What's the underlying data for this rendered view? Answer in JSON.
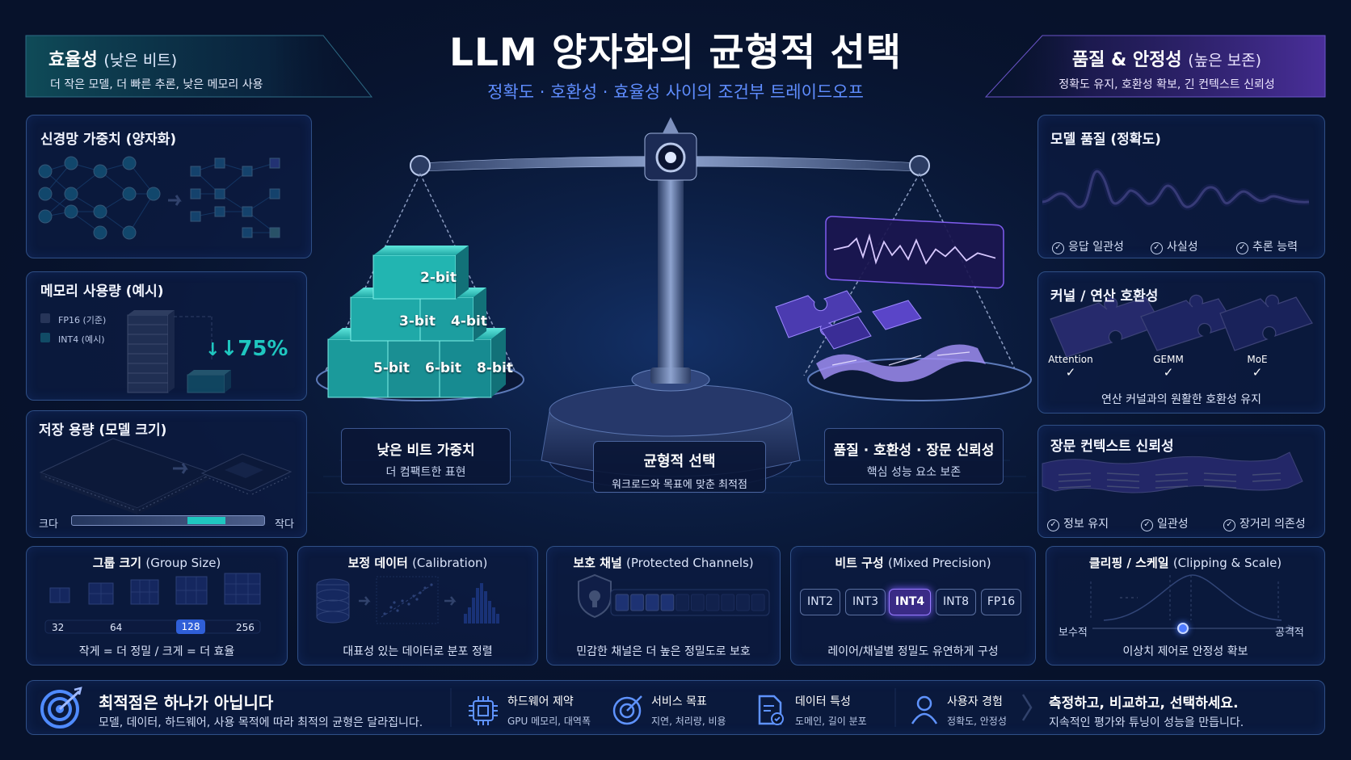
{
  "title": "LLM 양자화의 균형적 선택",
  "subtitle": "정확도 · 호환성 · 효율성 사이의 조건부 트레이드오프",
  "left_header": {
    "title": "효율성",
    "title_suffix": "(낮은 비트)",
    "desc": "더 작은 모델, 더 빠른 추론, 낮은 메모리 사용"
  },
  "right_header": {
    "title": "품질 & 안정성",
    "title_suffix": "(높은 보존)",
    "desc": "정확도 유지, 호환성 확보, 긴 컨텍스트 신뢰성"
  },
  "weights_panel": {
    "title": "신경망 가중치 (양자화)"
  },
  "memory_panel": {
    "title": "메모리 사용량 (예시)",
    "legend": [
      "FP16 (기준)",
      "INT4 (예시)"
    ],
    "reduction": "↓75%",
    "reduction_fraction": 0.75
  },
  "storage_panel": {
    "title": "저장 용량 (모델 크기)",
    "left_label": "크다",
    "right_label": "작다",
    "slider_start": 0.6,
    "slider_end": 0.8
  },
  "quality_panel": {
    "title": "모델 품질 (정확도)",
    "checks": [
      "응답 일관성",
      "사실성",
      "추론 능력"
    ]
  },
  "kernel_panel": {
    "title": "커널 / 연산 호환성",
    "pieces": [
      "Attention",
      "GEMM",
      "MoE"
    ],
    "desc": "연산 커널과의 원활한 호환성 유지"
  },
  "context_panel": {
    "title": "장문 컨텍스트 신뢰성",
    "checks": [
      "정보 유지",
      "일관성",
      "장거리 의존성"
    ]
  },
  "scale": {
    "left_blocks": [
      "2-bit",
      "3-bit",
      "4-bit",
      "5-bit",
      "6-bit",
      "8-bit"
    ],
    "left_caption": {
      "title": "낮은 비트 가중치",
      "desc": "더 컴팩트한 표현"
    },
    "center_caption": {
      "title": "균형적 선택",
      "desc": "워크로드와 목표에 맞춘 최적점"
    },
    "right_caption": {
      "title": "품질 · 호환성 · 장문 신뢰성",
      "desc": "핵심 성능 요소 보존"
    }
  },
  "bottom_panels": {
    "group": {
      "title": "그룹 크기",
      "title_suffix": "(Group Size)",
      "sizes": [
        "32",
        "64",
        "128",
        "256"
      ],
      "selected": "128",
      "desc": "작게 = 더 정밀 / 크게 = 더 효율"
    },
    "calibration": {
      "title": "보정 데이터",
      "title_suffix": "(Calibration)",
      "desc": "대표성 있는 데이터로 분포 정렬"
    },
    "protected": {
      "title": "보호 채널",
      "title_suffix": "(Protected Channels)",
      "desc": "민감한 채널은 더 높은 정밀도로 보호",
      "highlighted_of_total": [
        4,
        10
      ]
    },
    "mixed": {
      "title": "비트 구성",
      "title_suffix": "(Mixed Precision)",
      "chips": [
        "INT2",
        "INT3",
        "INT4",
        "INT8",
        "FP16"
      ],
      "selected": "INT4",
      "desc": "레이어/채널별 정밀도 유연하게 구성"
    },
    "clipping": {
      "title": "클리핑 / 스케일",
      "title_suffix": "(Clipping & Scale)",
      "left_label": "보수적",
      "right_label": "공격적",
      "slider_value": 0.45,
      "desc": "이상치 제어로 안정성 확보"
    }
  },
  "footer": {
    "title": "최적점은 하나가 아닙니다",
    "desc": "모델, 데이터, 하드웨어, 사용 목적에 따라 최적의 균형은 달라집니다.",
    "items": [
      {
        "title": "하드웨어 제약",
        "desc": "GPU 메모리, 대역폭"
      },
      {
        "title": "서비스 목표",
        "desc": "지연, 처리량, 비용"
      },
      {
        "title": "데이터 특성",
        "desc": "도메인, 길이 분포"
      },
      {
        "title": "사용자 경험",
        "desc": "정확도, 안정성"
      }
    ],
    "cta_title": "측정하고, 비교하고, 선택하세요.",
    "cta_desc": "지속적인 평가와 튜닝이 성능을 만듭니다."
  },
  "colors": {
    "background": "#07122b",
    "teal": "#1fc7c0",
    "purple": "#8a63ff",
    "panel_border": "#2f4f86",
    "accent_blue": "#4f7bff"
  }
}
